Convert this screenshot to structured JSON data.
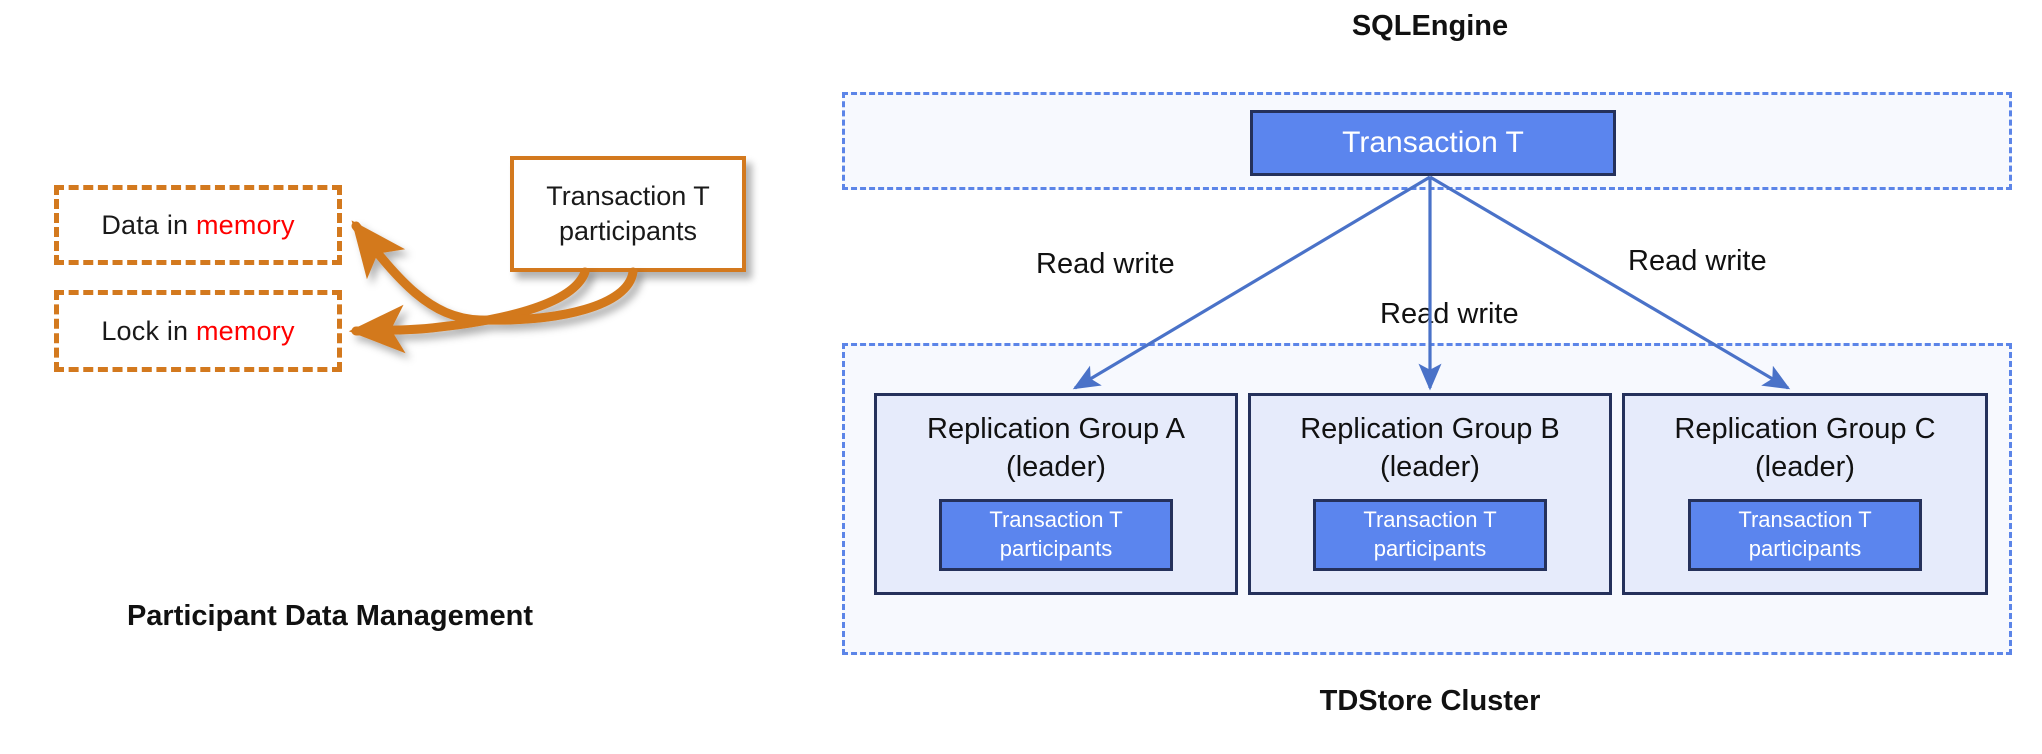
{
  "left_panel": {
    "title": "Participant Data Management",
    "memory_boxes": [
      {
        "prefix": "Data in ",
        "highlight": "memory"
      },
      {
        "prefix": "Lock in ",
        "highlight": "memory"
      }
    ],
    "participants_box": {
      "label": "Transaction T\nparticipants"
    },
    "colors": {
      "dashed_border": "#D3791E",
      "solid_border": "#D3791E",
      "highlight_text": "#FF0000",
      "arrow": "#D3791E"
    }
  },
  "right_panel": {
    "sqlengine": {
      "title": "SQLEngine",
      "transaction_box": {
        "label": "Transaction T"
      }
    },
    "tdstore": {
      "title": "TDStore Cluster",
      "groups": [
        {
          "name": "Replication Group A",
          "role": "(leader)",
          "title": "Replication Group A\n(leader)",
          "inner_label": "Transaction T\nparticipants"
        },
        {
          "name": "Replication Group B",
          "role": "(leader)",
          "title": "Replication Group B\n(leader)",
          "inner_label": "Transaction T\nparticipants"
        },
        {
          "name": "Replication Group C",
          "role": "(leader)",
          "title": "Replication Group C\n(leader)",
          "inner_label": "Transaction T\nparticipants"
        }
      ]
    },
    "edges": [
      {
        "label": "Read write",
        "from": "Transaction T",
        "to": "Replication Group A"
      },
      {
        "label": "Read write",
        "from": "Transaction T",
        "to": "Replication Group B"
      },
      {
        "label": "Read write",
        "from": "Transaction T",
        "to": "Replication Group C"
      }
    ],
    "colors": {
      "dashed_container_border": "#5C85E8",
      "dashed_container_fill": "#F7F9FE",
      "box_fill": "#5B85EE",
      "box_border": "#25315B",
      "group_fill": "#E6EBFB",
      "arrow": "#4A72C8"
    }
  }
}
